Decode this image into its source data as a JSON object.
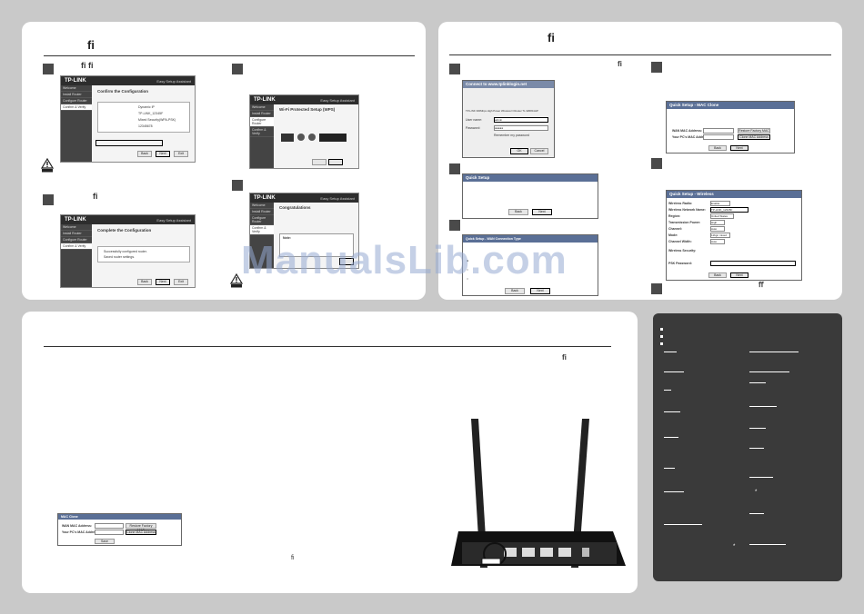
{
  "watermark": "ManualsLib.com",
  "panels": {
    "top_left": {
      "heading_glyph": "ﬁ",
      "step1_glyphs": "ﬁ          ﬁ",
      "step3_glyph": "ﬁ",
      "shot1": {
        "logo": "TP-LINK",
        "brand": "Easy Setup Assistant",
        "menu": [
          "Welcome",
          "Install Router",
          "Configure Router",
          "Confirm & Verify"
        ],
        "title": "Confirm the Configuration",
        "values": [
          "Dynamic IP",
          "TP-LINK_12345F",
          "Mixed Security(WPA-PSK)",
          "12345678"
        ],
        "buttons": [
          "Back",
          "Next",
          "Exit"
        ]
      },
      "shot2": {
        "logo": "TP-LINK",
        "brand": "Easy Setup Assistant",
        "menu": [
          "Welcome",
          "Install Router",
          "Configure Router",
          "Confirm & Verify"
        ],
        "title": "Complete the Configuration",
        "items": [
          "Successfully configured router.",
          "Saved router settings."
        ],
        "buttons": [
          "Back",
          "Next",
          "Exit"
        ]
      },
      "shot3": {
        "logo": "TP-LINK",
        "brand": "Easy Setup Assistant",
        "menu": [
          "Welcome",
          "Install Router",
          "Configure Router",
          "Confirm & Verify"
        ],
        "title": "Wi-Fi Protected Setup (WPS)"
      },
      "shot4": {
        "logo": "TP-LINK",
        "brand": "Easy Setup Assistant",
        "menu": [
          "Welcome",
          "Install Router",
          "Configure Router",
          "Confirm & Verify"
        ],
        "title": "Congratulations",
        "note": "Note:"
      }
    },
    "top_right": {
      "heading_glyph": "ﬁ",
      "step1_glyph": "ﬁ",
      "login": {
        "title": "Connect to www.tplinklogin.net",
        "realm": "TP-LINK 300Mbps High Power Wireless N Router TL-WR841HP",
        "user_label": "User name:",
        "user_value": "admin",
        "pass_label": "Password:",
        "pass_value": "●●●●●",
        "remember": "Remember my password",
        "ok": "OK",
        "cancel": "Cancel"
      },
      "quick": {
        "title": "Quick Setup",
        "buttons": [
          "Back",
          "Next"
        ]
      },
      "wan": {
        "tab": "Quick Setup - WAN Connection Type",
        "buttons": [
          "Back",
          "Next"
        ]
      },
      "mac": {
        "title": "Quick Setup - MAC Clone",
        "wan_label": "WAN MAC Address:",
        "pc_label": "Your PC's MAC Address:",
        "clone_btn": "Clone MAC Address",
        "restore_btn": "Restore Factory MAC",
        "buttons": [
          "Back",
          "Next"
        ]
      },
      "wireless": {
        "title": "Quick Setup - Wireless",
        "labels": [
          "Wireless Radio:",
          "Wireless Network Name:",
          "Region:",
          "Transmission Power:",
          "Channel:",
          "Mode:",
          "Channel Width:",
          "Wireless Security:",
          "PSK Password:"
        ],
        "values": [
          "Enable",
          "TP-LINK_12345F",
          "United States",
          "High",
          "Auto",
          "11bgn mixed",
          "Auto"
        ],
        "buttons": [
          "Back",
          "Next"
        ]
      },
      "last_glyph": "ﬀ"
    },
    "bottom_left": {
      "last_glyph": "ﬁ",
      "para_glyph": "ﬁ",
      "mac_table": {
        "title": "MAC Clone",
        "wan_label": "WAN MAC Address:",
        "pc_label": "Your PC's MAC Address:",
        "restore_btn": "Restore Factory MAC",
        "clone_btn": "Clone MAC Address",
        "save": "Save"
      }
    },
    "bottom_right": {
      "marks": [
        "*",
        "*"
      ]
    }
  }
}
